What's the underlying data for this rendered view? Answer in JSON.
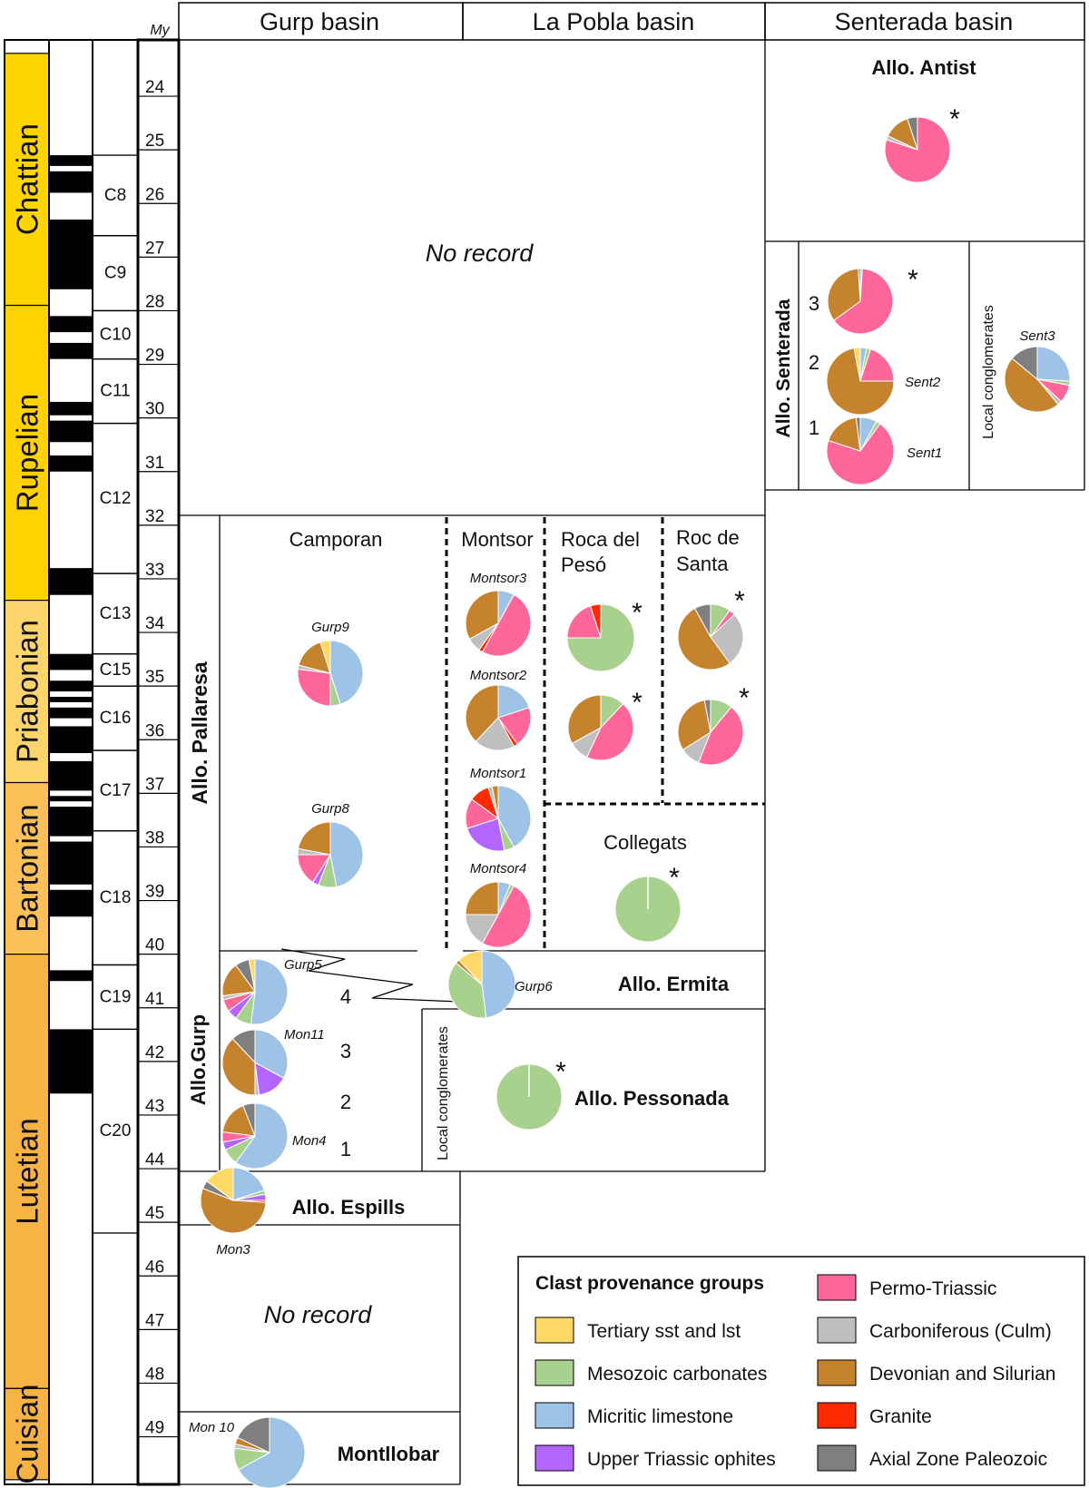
{
  "my_label": "My",
  "basins": [
    "Gurp basin",
    "La Pobla basin",
    "Senterada basin"
  ],
  "ages": [
    {
      "name": "Chattian",
      "color": "#FFD500",
      "from": 23.7,
      "to": 28.4
    },
    {
      "name": "Rupelian",
      "color": "#FFD200",
      "from": 28.4,
      "to": 33.9
    },
    {
      "name": "Priabonian",
      "color": "#FCD46C",
      "from": 33.9,
      "to": 37.3
    },
    {
      "name": "Bartonian",
      "color": "#FBC058",
      "from": 37.3,
      "to": 40.5
    },
    {
      "name": "Lutetian",
      "color": "#F8B345",
      "from": 40.5,
      "to": 48.6
    },
    {
      "name": "Cuisian",
      "color": "#F8B345",
      "from": 48.6,
      "to": 50.3
    }
  ],
  "chrons": [
    {
      "name": "C8",
      "from": 25.6,
      "to": 27.1
    },
    {
      "name": "C9",
      "from": 27.1,
      "to": 28.5
    },
    {
      "name": "C10",
      "from": 28.5,
      "to": 29.4
    },
    {
      "name": "C11",
      "from": 29.4,
      "to": 30.6
    },
    {
      "name": "C12",
      "from": 30.6,
      "to": 33.4
    },
    {
      "name": "C13",
      "from": 33.4,
      "to": 34.9
    },
    {
      "name": "C15",
      "from": 34.9,
      "to": 35.5
    },
    {
      "name": "C16",
      "from": 35.5,
      "to": 36.7
    },
    {
      "name": "C17",
      "from": 36.7,
      "to": 38.2
    },
    {
      "name": "C18",
      "from": 38.2,
      "to": 40.7
    },
    {
      "name": "C19",
      "from": 40.7,
      "to": 41.9
    },
    {
      "name": "C20",
      "from": 41.9,
      "to": 45.7
    }
  ],
  "polarity_normal": [
    [
      25.6,
      25.8
    ],
    [
      25.9,
      26.3
    ],
    [
      26.8,
      28.1
    ],
    [
      28.6,
      28.9
    ],
    [
      29.1,
      29.4
    ],
    [
      30.2,
      30.45
    ],
    [
      30.55,
      30.95
    ],
    [
      31.2,
      31.5
    ],
    [
      33.3,
      33.8
    ],
    [
      34.9,
      35.2
    ],
    [
      35.4,
      35.6
    ],
    [
      35.7,
      35.8
    ],
    [
      35.9,
      36.1
    ],
    [
      36.25,
      36.75
    ],
    [
      36.9,
      37.45
    ],
    [
      37.55,
      37.65
    ],
    [
      37.75,
      38.3
    ],
    [
      38.4,
      39.2
    ],
    [
      39.3,
      39.8
    ],
    [
      40.8,
      41.0
    ],
    [
      41.9,
      43.1
    ]
  ],
  "my_ticks": [
    24,
    25,
    26,
    27,
    28,
    29,
    30,
    31,
    32,
    33,
    34,
    35,
    36,
    37,
    38,
    39,
    40,
    41,
    42,
    43,
    44,
    45,
    46,
    47,
    48,
    49
  ],
  "no_record": "No record",
  "pallaresa": {
    "name": "Allo. Pallaresa",
    "units": [
      "Camporan",
      "Montsor",
      "Roca del",
      "Pesó",
      "Roc de",
      "Santa",
      "Collegats"
    ]
  },
  "allo_labels": {
    "antist": "Allo. Antist",
    "senterada": "Allo. Senterada",
    "gurp": "Allo.Gurp",
    "ermita": "Allo. Ermita",
    "pessonada": "Allo. Pessonada",
    "espills": "Allo. Espills",
    "montllobar": "Montllobar"
  },
  "local_conglomerates": "Local conglomerates",
  "levels": [
    "1",
    "2",
    "3",
    "4"
  ],
  "asterisk": "*",
  "groups": [
    {
      "key": "tertiary",
      "name": "Tertiary sst and lst",
      "color": "#FED966"
    },
    {
      "key": "mesozoic",
      "name": "Mesozoic carbonates",
      "color": "#A9D18E"
    },
    {
      "key": "micritic",
      "name": "Micritic limestone",
      "color": "#9DC3E6"
    },
    {
      "key": "ophites",
      "name": "Upper Triassic ophites",
      "color": "#B266FF"
    },
    {
      "key": "permo",
      "name": "Permo-Triassic",
      "color": "#FF6699"
    },
    {
      "key": "carbon",
      "name": "Carboniferous (Culm)",
      "color": "#BFBFBF"
    },
    {
      "key": "devonian",
      "name": "Devonian and Silurian",
      "color": "#C5832E"
    },
    {
      "key": "granite",
      "name": "Granite",
      "color": "#FF2A00"
    },
    {
      "key": "axial",
      "name": "Axial Zone Paleozoic",
      "color": "#7F7F7F"
    }
  ],
  "legend_title": "Clast provenance groups",
  "chart_data": {
    "type": "pie",
    "note": "Clast composition pies; percentages estimated from slice areas",
    "samples": [
      {
        "label": "",
        "unit": "Allo. Antist",
        "asterisk": true,
        "values": {
          "permo": 80,
          "devonian": 13,
          "carbon": 2,
          "axial": 5
        }
      },
      {
        "label": "",
        "unit": "Allo. Senterada 3",
        "asterisk": true,
        "values": {
          "permo": 64,
          "devonian": 34,
          "micritic": 1,
          "axial": 1
        }
      },
      {
        "label": "Sent2",
        "unit": "Allo. Senterada 2",
        "asterisk": false,
        "values": {
          "permo": 20,
          "devonian": 72,
          "tertiary": 3,
          "mesozoic": 2,
          "micritic": 3
        }
      },
      {
        "label": "Sent1",
        "unit": "Allo. Senterada 1",
        "asterisk": false,
        "values": {
          "permo": 70,
          "devonian": 18,
          "micritic": 8,
          "axial": 2,
          "mesozoic": 2
        }
      },
      {
        "label": "Sent3",
        "unit": "Local conglomerates",
        "asterisk": false,
        "values": {
          "micritic": 26,
          "permo": 9,
          "devonian": 47,
          "axial": 14,
          "carbon": 2,
          "mesozoic": 2
        }
      },
      {
        "label": "Gurp9",
        "unit": "Camporan",
        "asterisk": false,
        "values": {
          "micritic": 45,
          "mesozoic": 5,
          "permo": 27,
          "devonian": 16,
          "tertiary": 5,
          "carbon": 2
        }
      },
      {
        "label": "Gurp8",
        "unit": "Camporan",
        "asterisk": false,
        "values": {
          "micritic": 47,
          "mesozoic": 9,
          "ophites": 3,
          "permo": 16,
          "devonian": 22,
          "carbon": 3
        }
      },
      {
        "label": "Montsor3",
        "unit": "Montsor",
        "asterisk": false,
        "values": {
          "permo": 50,
          "devonian": 33,
          "carbon": 7,
          "micritic": 8,
          "granite": 2
        }
      },
      {
        "label": "Montsor2",
        "unit": "Montsor",
        "asterisk": false,
        "values": {
          "micritic": 20,
          "permo": 20,
          "devonian": 38,
          "carbon": 20,
          "granite": 2
        }
      },
      {
        "label": "Montsor1",
        "unit": "Montsor",
        "asterisk": false,
        "values": {
          "micritic": 42,
          "mesozoic": 5,
          "ophites": 23,
          "permo": 15,
          "devonian": 3,
          "granite": 10,
          "carbon": 2
        }
      },
      {
        "label": "Montsor4",
        "unit": "Montsor",
        "asterisk": false,
        "values": {
          "micritic": 6,
          "permo": 50,
          "devonian": 25,
          "carbon": 17,
          "mesozoic": 2
        }
      },
      {
        "label": "",
        "unit": "Roca del Pesó (upper)",
        "asterisk": true,
        "values": {
          "mesozoic": 75,
          "permo": 20,
          "granite": 5
        }
      },
      {
        "label": "",
        "unit": "Roca del Pesó (lower)",
        "asterisk": true,
        "values": {
          "mesozoic": 12,
          "permo": 45,
          "carbon": 10,
          "devonian": 33
        }
      },
      {
        "label": "",
        "unit": "Roc de Santa (upper)",
        "asterisk": true,
        "values": {
          "mesozoic": 10,
          "permo": 3,
          "carbon": 27,
          "devonian": 52,
          "axial": 8
        }
      },
      {
        "label": "",
        "unit": "Roc de Santa (lower)",
        "asterisk": true,
        "values": {
          "mesozoic": 11,
          "permo": 45,
          "carbon": 10,
          "devonian": 31,
          "axial": 3
        }
      },
      {
        "label": "",
        "unit": "Collegats",
        "asterisk": true,
        "values": {
          "mesozoic": 100
        }
      },
      {
        "label": "Gurp5",
        "unit": "Allo.Gurp 4",
        "asterisk": false,
        "values": {
          "micritic": 52,
          "mesozoic": 8,
          "ophites": 5,
          "permo": 6,
          "devonian": 17,
          "axial": 7,
          "tertiary": 3,
          "carbon": 2
        }
      },
      {
        "label": "Mon11",
        "unit": "Allo.Gurp 3",
        "asterisk": false,
        "values": {
          "micritic": 33,
          "ophites": 15,
          "devonian": 38,
          "axial": 12,
          "carbon": 2
        }
      },
      {
        "label": "Mon4",
        "unit": "Allo.Gurp 1",
        "asterisk": false,
        "values": {
          "micritic": 60,
          "mesozoic": 8,
          "ophites": 4,
          "permo": 5,
          "devonian": 17,
          "axial": 6
        }
      },
      {
        "label": "Gurp6",
        "unit": "Allo. Ermita",
        "asterisk": false,
        "values": {
          "tertiary": 12,
          "micritic": 48,
          "mesozoic": 38,
          "devonian": 2
        }
      },
      {
        "label": "",
        "unit": "Allo. Pessonada",
        "asterisk": true,
        "values": {
          "mesozoic": 100
        }
      },
      {
        "label": "Mon3",
        "unit": "Allo. Espills",
        "asterisk": false,
        "values": {
          "tertiary": 15,
          "micritic": 20,
          "mesozoic": 2,
          "ophites": 3,
          "devonian": 55,
          "granite": 1,
          "axial": 4
        }
      },
      {
        "label": "Mon 10",
        "unit": "Montllobar",
        "asterisk": false,
        "values": {
          "micritic": 67,
          "mesozoic": 10,
          "devonian": 3,
          "axial": 18,
          "carbon": 2
        }
      }
    ]
  }
}
